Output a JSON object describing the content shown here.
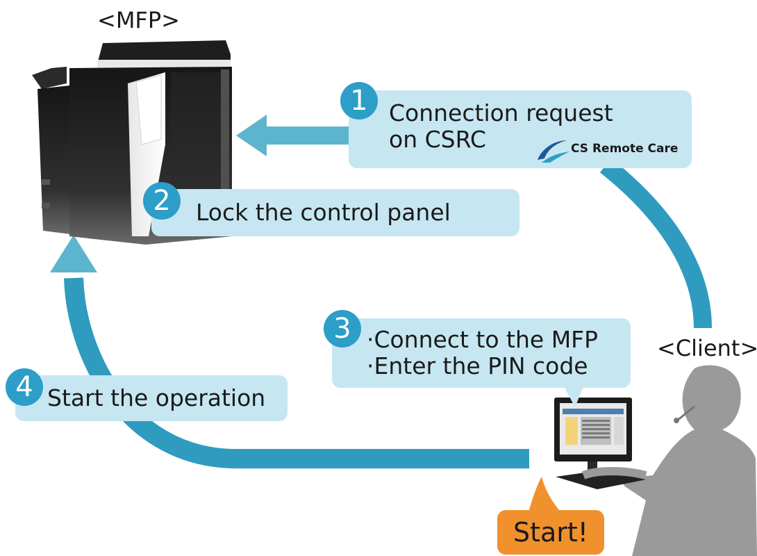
{
  "labels": {
    "mfp": "<MFP>",
    "client": "<Client>"
  },
  "steps": [
    {
      "number": "1",
      "lines": [
        "Connection request",
        "on CSRC"
      ],
      "logo_text": "CS Remote Care"
    },
    {
      "number": "2",
      "lines": [
        "Lock the control panel"
      ]
    },
    {
      "number": "3",
      "lines": [
        "·Connect to the MFP",
        "·Enter the PIN code"
      ]
    },
    {
      "number": "4",
      "lines": [
        "Start the operation"
      ]
    }
  ],
  "callout": {
    "text": "Start!"
  },
  "colors": {
    "arrow": "#3fa6c4",
    "box": "#c6e6f2",
    "step_circle": "#2c9ec8",
    "callout": "#f0912e",
    "person": "#9a9a9a"
  }
}
